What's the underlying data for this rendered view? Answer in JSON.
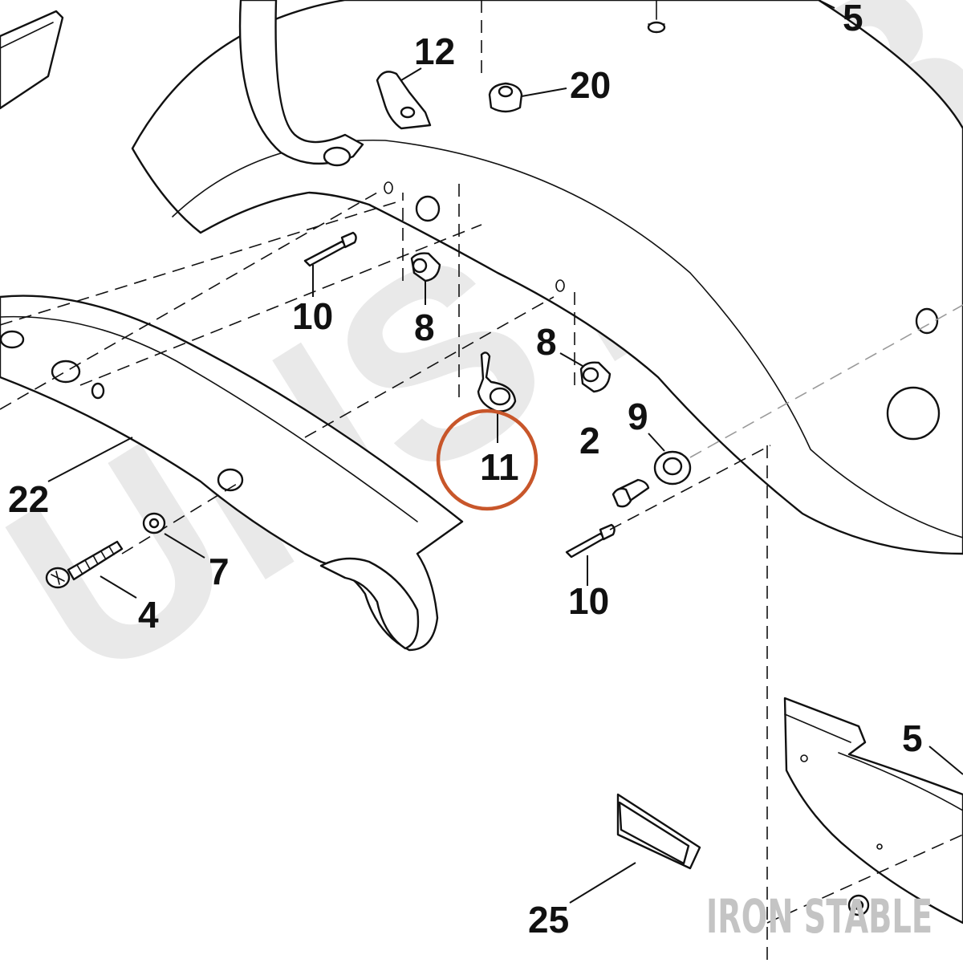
{
  "diagram": {
    "watermark": "UNSTAB",
    "brand": "IRON STABLE",
    "highlight_color": "#c8562a",
    "callouts": [
      {
        "id": "c12",
        "label": "12"
      },
      {
        "id": "c20",
        "label": "20"
      },
      {
        "id": "c5a",
        "label": "5"
      },
      {
        "id": "c10a",
        "label": "10"
      },
      {
        "id": "c8a",
        "label": "8"
      },
      {
        "id": "c8b",
        "label": "8"
      },
      {
        "id": "c9",
        "label": "9"
      },
      {
        "id": "c2",
        "label": "2"
      },
      {
        "id": "c11",
        "label": "11"
      },
      {
        "id": "c22",
        "label": "22"
      },
      {
        "id": "c7",
        "label": "7"
      },
      {
        "id": "c4",
        "label": "4"
      },
      {
        "id": "c10b",
        "label": "10"
      },
      {
        "id": "c5b",
        "label": "5"
      },
      {
        "id": "c25",
        "label": "25"
      }
    ]
  }
}
